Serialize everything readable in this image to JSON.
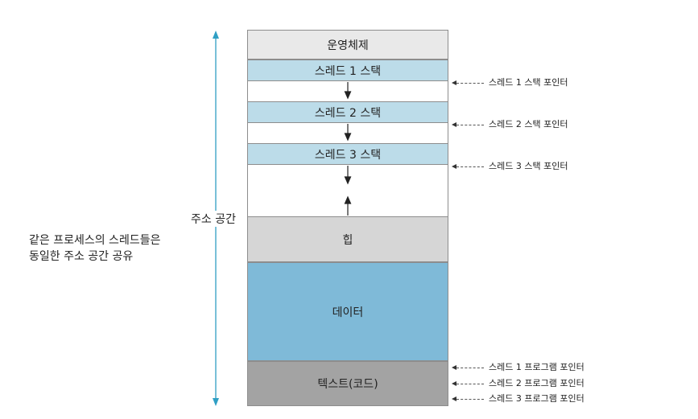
{
  "segments": {
    "os": {
      "label": "운영체제",
      "color": "#e9e9e9"
    },
    "stack1": {
      "label": "스레드 1 스택",
      "color": "#bcdce9"
    },
    "stack2": {
      "label": "스레드 2 스택",
      "color": "#bcdce9"
    },
    "stack3": {
      "label": "스레드 3 스택",
      "color": "#bcdce9"
    },
    "heap": {
      "label": "힙",
      "color": "#d6d6d6"
    },
    "data": {
      "label": "데이터",
      "color": "#7fbad8"
    },
    "text": {
      "label": "텍스트(코드)",
      "color": "#a3a3a3"
    }
  },
  "pointers": {
    "stack": [
      "스레드 1 스택 포인터",
      "스레드 2 스택 포인터",
      "스레드 3 스택 포인터"
    ],
    "program": [
      "스레드 1 프로그램 포인터",
      "스레드 2 프로그램 포인터",
      "스레드 3 프로그램 포인터"
    ]
  },
  "address_space_label": "주소 공간",
  "shared_note": {
    "line1": "같은 프로세스의 스레드들은",
    "line2": "동일한 주소 공간 공유"
  },
  "accent_color": "#2f9fc4"
}
